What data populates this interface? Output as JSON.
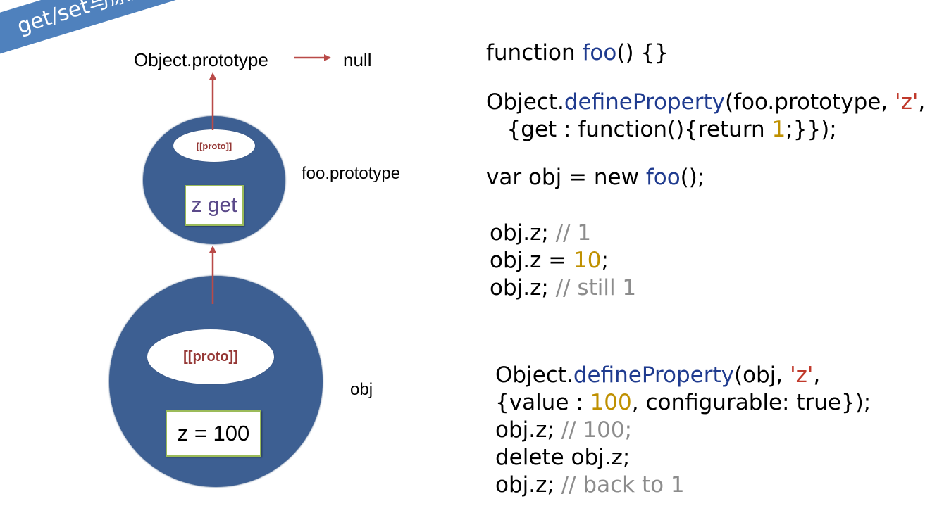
{
  "title": "get/set与原型链",
  "diagram": {
    "object_prototype_label": "Object.prototype",
    "null_label": "null",
    "foo_prototype_label": "foo.prototype",
    "obj_label": "obj",
    "small_proto_label": "[[proto]]",
    "small_box_label": "z get",
    "large_proto_label": "[[proto]]",
    "large_box_label": "z = 100"
  },
  "code": {
    "line1": {
      "a": "function ",
      "b": "foo",
      "c": "() {}"
    },
    "line2": {
      "a": "Object.",
      "b": "defineProperty",
      "c": "(foo.prototype, ",
      "d": "'z'",
      "e": ","
    },
    "line3": {
      "a": "   {get : function(){return ",
      "b": "1",
      "c": ";}});"
    },
    "line4": {
      "a": "var obj = new ",
      "b": "foo",
      "c": "();"
    },
    "line5": {
      "a": "obj.z; ",
      "b": "// 1"
    },
    "line6": {
      "a": "obj.z = ",
      "b": "10",
      "c": ";"
    },
    "line7": {
      "a": "obj.z; ",
      "b": "// still 1"
    },
    "line8": {
      "a": "Object.",
      "b": "defineProperty",
      "c": "(obj, ",
      "d": "'z'",
      "e": ","
    },
    "line9": {
      "a": "{value : ",
      "b": "100",
      "c": ", configurable: true});"
    },
    "line10": {
      "a": "obj.z; ",
      "b": "// 100;"
    },
    "line11": {
      "a": "delete obj.z;"
    },
    "line12": {
      "a": "obj.z; ",
      "b": "// back to 1"
    }
  },
  "colors": {
    "banner": "#4f81bd",
    "circle": "#3d5f92",
    "arrow": "#b94a48",
    "keyword": "#1f3b8f",
    "string": "#c0392b",
    "number": "#bf9000",
    "comment": "#8c8c8c"
  }
}
